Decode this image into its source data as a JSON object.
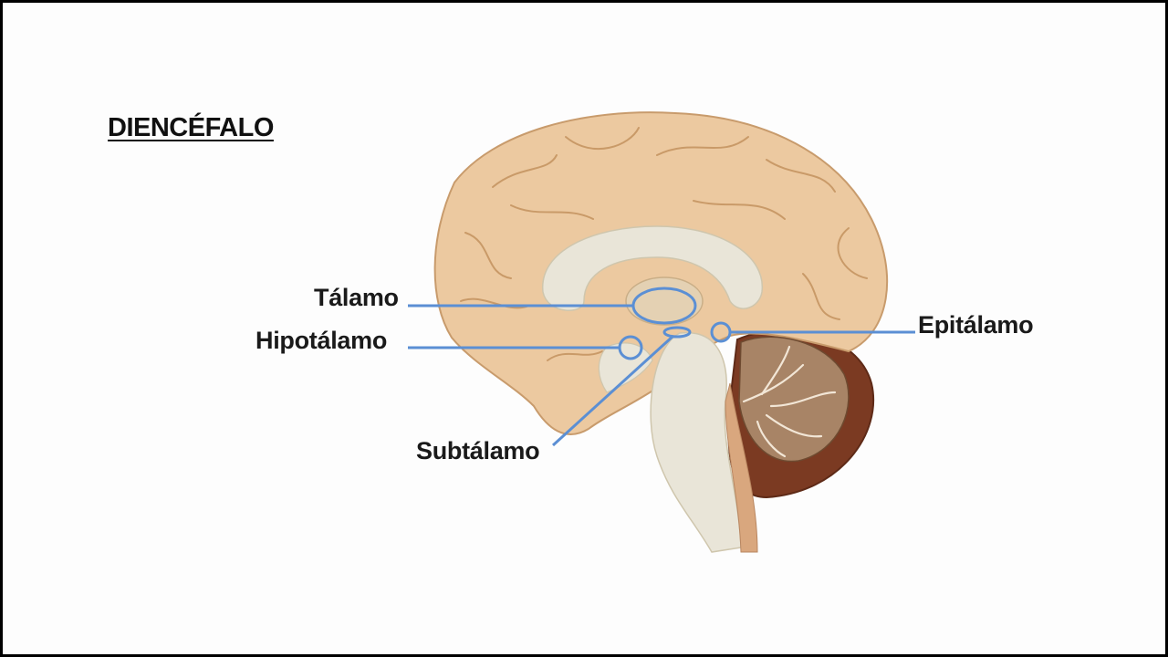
{
  "title": "DIENCÉFALO",
  "labels": {
    "talamo": "Tálamo",
    "hipotalamo": "Hipotálamo",
    "subtalamo": "Subtálamo",
    "epitalamo": "Epitálamo"
  },
  "colors": {
    "cortex": "#ecc9a0",
    "cortex_outline": "#c89b6c",
    "white_matter": "#e9e5d8",
    "cerebellum_outer": "#7a3a22",
    "cerebellum_inner": "#a98566",
    "pointer": "#5b8fd4"
  },
  "icons": [
    "brain-sagittal-illustration"
  ]
}
